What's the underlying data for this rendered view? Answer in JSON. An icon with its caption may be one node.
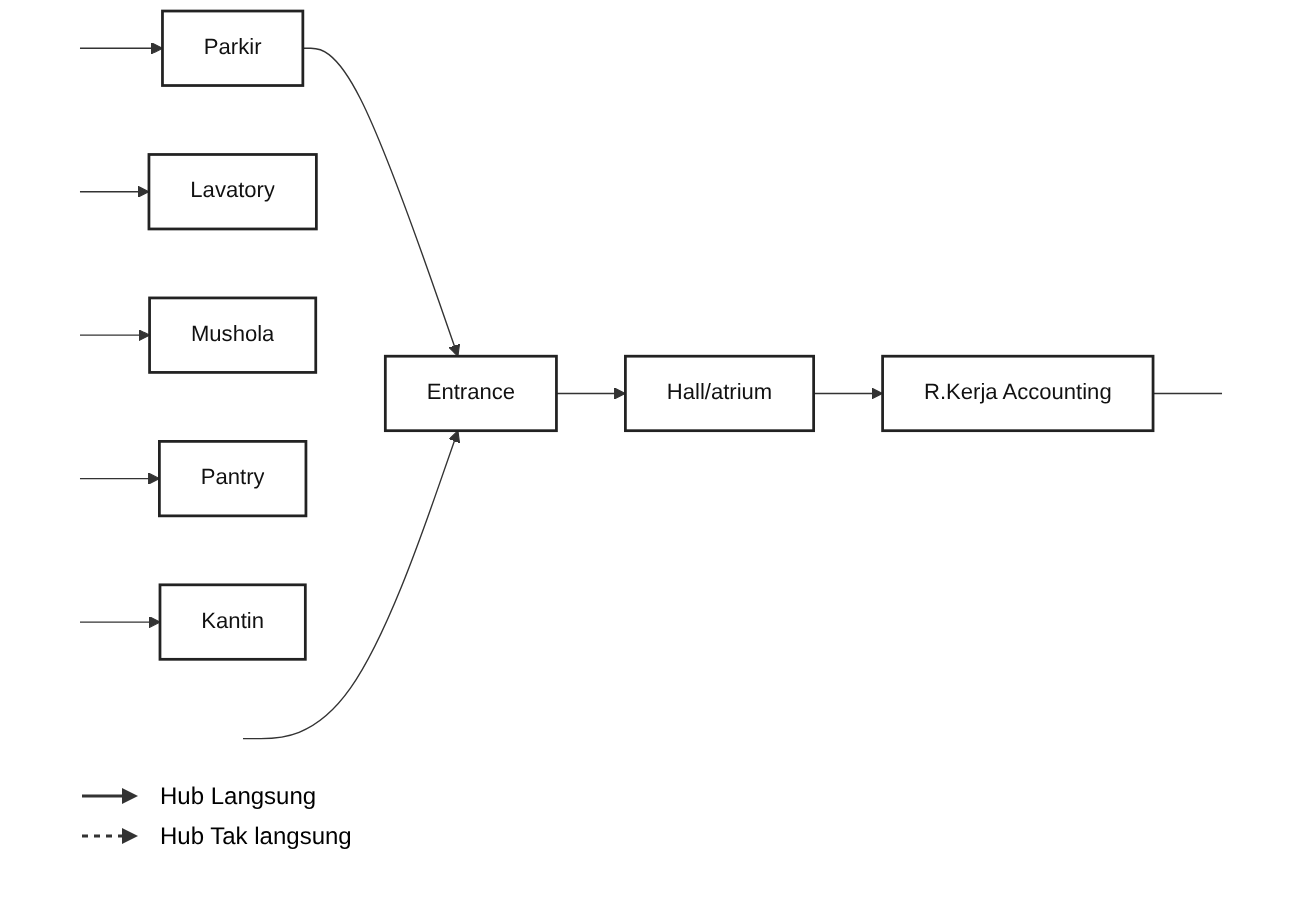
{
  "diagram": {
    "nodes": [
      {
        "text": [
          "Parkir"
        ]
      },
      {
        "text": [
          "Entrance"
        ]
      },
      {
        "text": [
          "Hall/atrium"
        ]
      },
      {
        "text": [
          "R.Kerja Accounting"
        ]
      },
      {
        "text": [
          "Lavatory"
        ]
      },
      {
        "text": [
          "Mushola"
        ]
      },
      {
        "text": [
          "Pantry"
        ]
      },
      {
        "text": [
          "Kantin"
        ]
      }
    ],
    "edges": [
      {
        "from": null,
        "to": 0,
        "arrow": "to"
      },
      {
        "from": 0,
        "to": 1,
        "arrow": "to"
      },
      {
        "from": null,
        "to": 1,
        "arrow": "to"
      },
      {
        "from": 1,
        "to": 2,
        "arrow": "to"
      },
      {
        "from": 2,
        "to": 3,
        "arrow": "to"
      },
      {
        "from": 3,
        "to": null,
        "arrow": "none"
      },
      {
        "from": null,
        "to": 4,
        "arrow": "to"
      },
      {
        "from": null,
        "to": 5,
        "arrow": "to"
      },
      {
        "from": null,
        "to": 6,
        "arrow": "to"
      },
      {
        "from": null,
        "to": 7,
        "arrow": "to"
      }
    ],
    "legend": [
      {
        "text": "Hub Langsung"
      },
      {
        "text": "Hub Tak langsung"
      }
    ]
  }
}
